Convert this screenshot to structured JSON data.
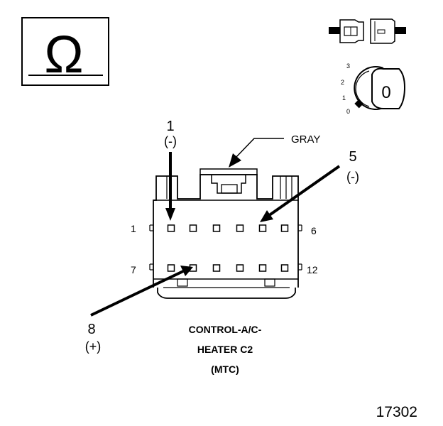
{
  "ohm_symbol": "Ω",
  "key_positions": [
    "3",
    "2",
    "1",
    "0"
  ],
  "key_label": "0",
  "connector_color": "GRAY",
  "probes": [
    {
      "pin": "1",
      "polarity": "(-)"
    },
    {
      "pin": "5",
      "polarity": "(-)"
    },
    {
      "pin": "8",
      "polarity": "(+)"
    }
  ],
  "row_labels": {
    "top_left": "1",
    "top_right": "6",
    "bottom_left": "7",
    "bottom_right": "12"
  },
  "connector_name": [
    "CONTROL-A/C-",
    "HEATER C2",
    "(MTC)"
  ],
  "figure_number": "17302"
}
